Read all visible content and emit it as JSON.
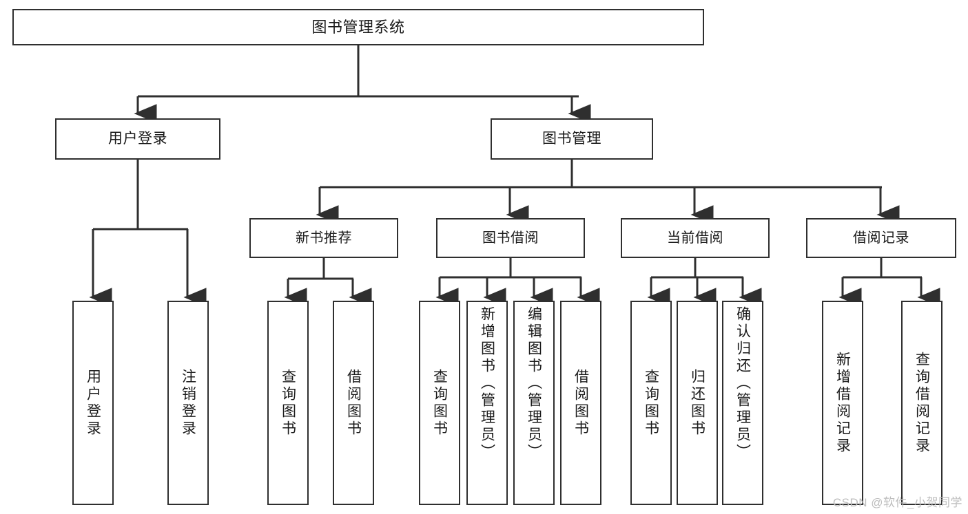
{
  "diagram": {
    "title": "图书管理系统",
    "type": "tree-hierarchy-diagram",
    "root": {
      "id": "root",
      "label": "图书管理系统"
    },
    "level1": [
      {
        "id": "user-login",
        "label": "用户登录"
      },
      {
        "id": "book-manage",
        "label": "图书管理"
      }
    ],
    "level2": [
      {
        "id": "new-book-recommend",
        "label": "新书推荐",
        "parent": "book-manage"
      },
      {
        "id": "book-borrow",
        "label": "图书借阅",
        "parent": "book-manage"
      },
      {
        "id": "current-borrow",
        "label": "当前借阅",
        "parent": "book-manage"
      },
      {
        "id": "borrow-record",
        "label": "借阅记录",
        "parent": "book-manage"
      }
    ],
    "leaves": [
      {
        "id": "leaf-user-login",
        "label": "用户登录",
        "parent": "user-login"
      },
      {
        "id": "leaf-logout-login",
        "label": "注销登录",
        "parent": "user-login"
      },
      {
        "id": "leaf-query-book-1",
        "label": "查询图书",
        "parent": "new-book-recommend"
      },
      {
        "id": "leaf-borrow-book-1",
        "label": "借阅图书",
        "parent": "new-book-recommend"
      },
      {
        "id": "leaf-query-book-2",
        "label": "查询图书",
        "parent": "book-borrow"
      },
      {
        "id": "leaf-add-book",
        "label": "新增图书（管理员）",
        "parent": "book-borrow"
      },
      {
        "id": "leaf-edit-book",
        "label": "编辑图书（管理员）",
        "parent": "book-borrow"
      },
      {
        "id": "leaf-borrow-book-2",
        "label": "借阅图书",
        "parent": "book-borrow"
      },
      {
        "id": "leaf-query-book-3",
        "label": "查询图书",
        "parent": "current-borrow"
      },
      {
        "id": "leaf-return-book",
        "label": "归还图书",
        "parent": "current-borrow"
      },
      {
        "id": "leaf-confirm-return",
        "label": "确认归还（管理员）",
        "parent": "current-borrow"
      },
      {
        "id": "leaf-add-record",
        "label": "新增借阅记录",
        "parent": "borrow-record"
      },
      {
        "id": "leaf-query-record",
        "label": "查询借阅记录",
        "parent": "borrow-record"
      }
    ],
    "colors": {
      "border": "#2f2f2f",
      "background": "#ffffff",
      "text": "#1a1a1a",
      "watermark": "#bdbdbd"
    }
  },
  "watermark": {
    "text": "CSDN @软件_小贺同学"
  }
}
